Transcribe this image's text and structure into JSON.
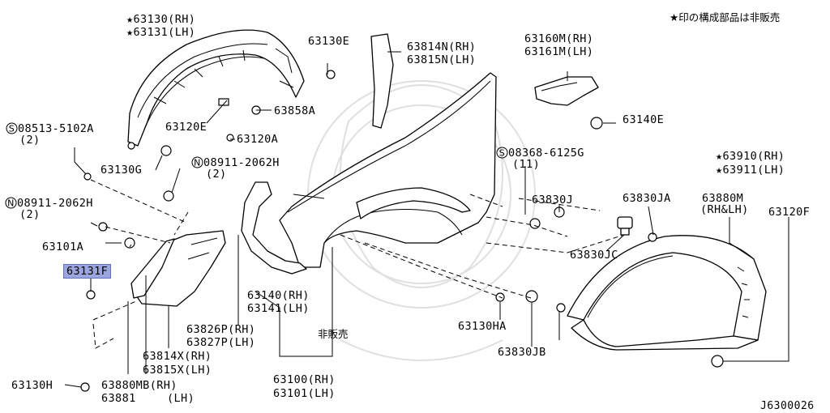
{
  "note": "★印の構成部品は非販売",
  "diagram_id": "J6300026",
  "highlighted": "63131F",
  "labels": {
    "l63130rh": "★63130(RH)",
    "l63131lh": "★63131(LH)",
    "l63130e": "63130E",
    "l63814n": "63814N(RH)",
    "l63815n": "63815N(LH)",
    "l63160m": "63160M(RH)",
    "l63161m": "63161M(LH)",
    "l08513": "08513-5102A",
    "l08513q": "(2)",
    "l63120e": "63120E",
    "l63858a": "63858A",
    "l63140e": "63140E",
    "l63120a": "63120A",
    "l63130g": "63130G",
    "l08911a": "08911-2062H",
    "l08911aq": "(2)",
    "l08368": "08368-6125G",
    "l08368q": "(11)",
    "l63910": "★63910(RH)",
    "l63911": "★63911(LH)",
    "l08911b": "08911-2062H",
    "l08911bq": "(2)",
    "l63830j": "63830J",
    "l63830ja": "63830JA",
    "l63880m": "63880M",
    "l63880mq": "(RH&LH)",
    "l63120f": "63120F",
    "l63101a": "63101A",
    "l63830jc": "63830JC",
    "l63826p": "63826P(RH)",
    "l63827p": "63827P(LH)",
    "l63140rh": "63140(RH)",
    "l63141lh": "63141(LH)",
    "l63814x": "63814X(RH)",
    "l63815x": "63815X(LH)",
    "lnotsold": "非販売",
    "l63130ha": "63130HA",
    "l63830jb": "63830JB",
    "l63100": "63100(RH)",
    "l63101": "63101(LH)",
    "l63130h": "63130H",
    "l63880mb": "63880MB(RH)",
    "l63881": "63881",
    "l63881lh": "(LH)"
  },
  "icons": [
    "screw-s-icon",
    "nut-n-icon"
  ]
}
